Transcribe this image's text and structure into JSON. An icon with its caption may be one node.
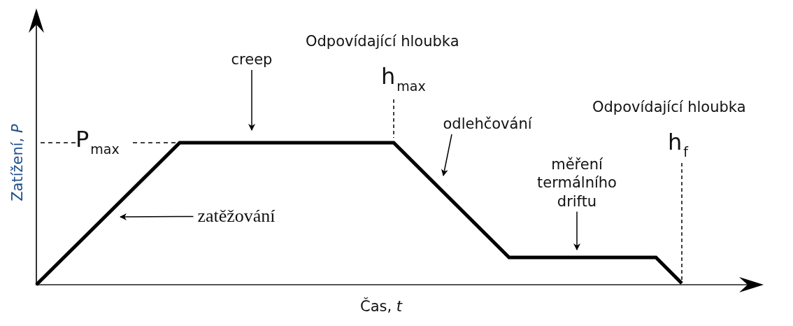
{
  "diagram": {
    "nodes": [
      {
        "text": [
          "creep"
        ]
      },
      {
        "text": [
          "zatěžování"
        ]
      },
      {
        "text": [
          "odlehčování"
        ]
      },
      {
        "text": [
          "měření termálního driftu"
        ]
      }
    ],
    "edges": [
      {
        "from": 0,
        "to": null,
        "arrow": "to"
      },
      {
        "from": 1,
        "to": null,
        "arrow": "to"
      },
      {
        "from": 2,
        "to": null,
        "arrow": "to"
      },
      {
        "from": 3,
        "to": null,
        "arrow": "to"
      }
    ],
    "labels": [
      "Zatížení, *P*",
      "P$_{max}$",
      "Odpovídající hloubka",
      "h$_{max}$",
      "Odpovídající hloubka",
      "h$_{f}$",
      "Čas, *t*"
    ]
  }
}
